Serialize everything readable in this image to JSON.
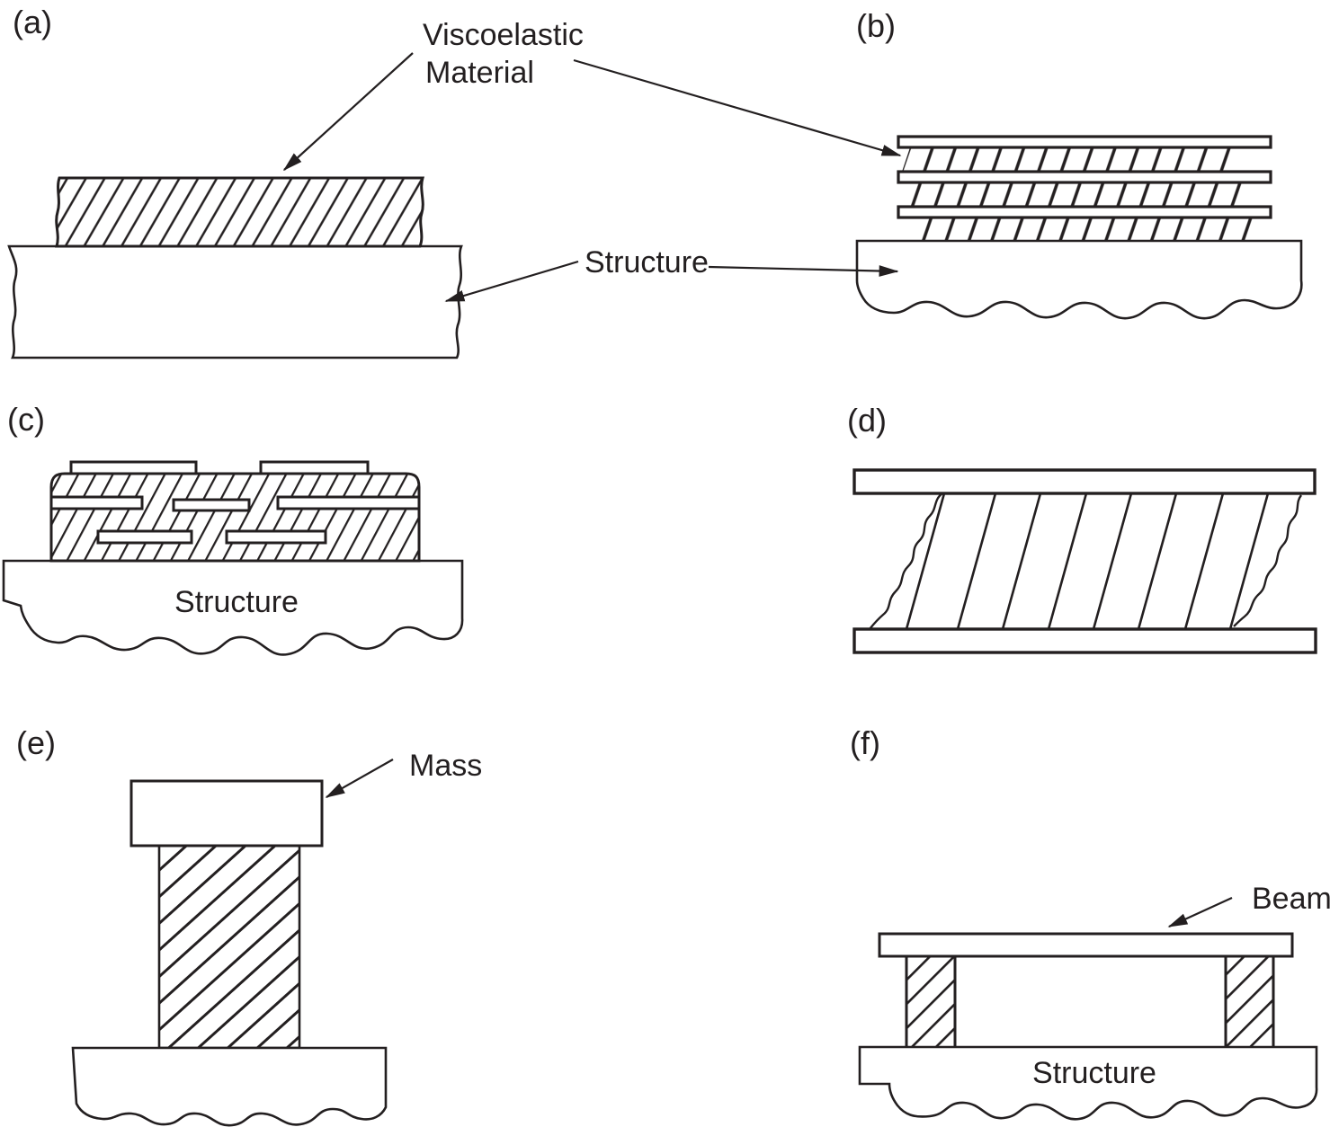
{
  "figure": {
    "description": "Viscoelastic damping treatment configurations",
    "colors": {
      "ink": "#231f20",
      "background": "#ffffff"
    },
    "panels": {
      "a": {
        "label": "(a)"
      },
      "b": {
        "label": "(b)"
      },
      "c": {
        "label": "(c)"
      },
      "d": {
        "label": "(d)"
      },
      "e": {
        "label": "(e)"
      },
      "f": {
        "label": "(f)"
      }
    },
    "annotations": {
      "viscoelastic_material": {
        "line1": "Viscoelastic",
        "line2": "Material"
      },
      "structure_ab": "Structure",
      "structure_c": "Structure",
      "mass": "Mass",
      "beam": "Beam",
      "structure_f": "Structure"
    }
  }
}
